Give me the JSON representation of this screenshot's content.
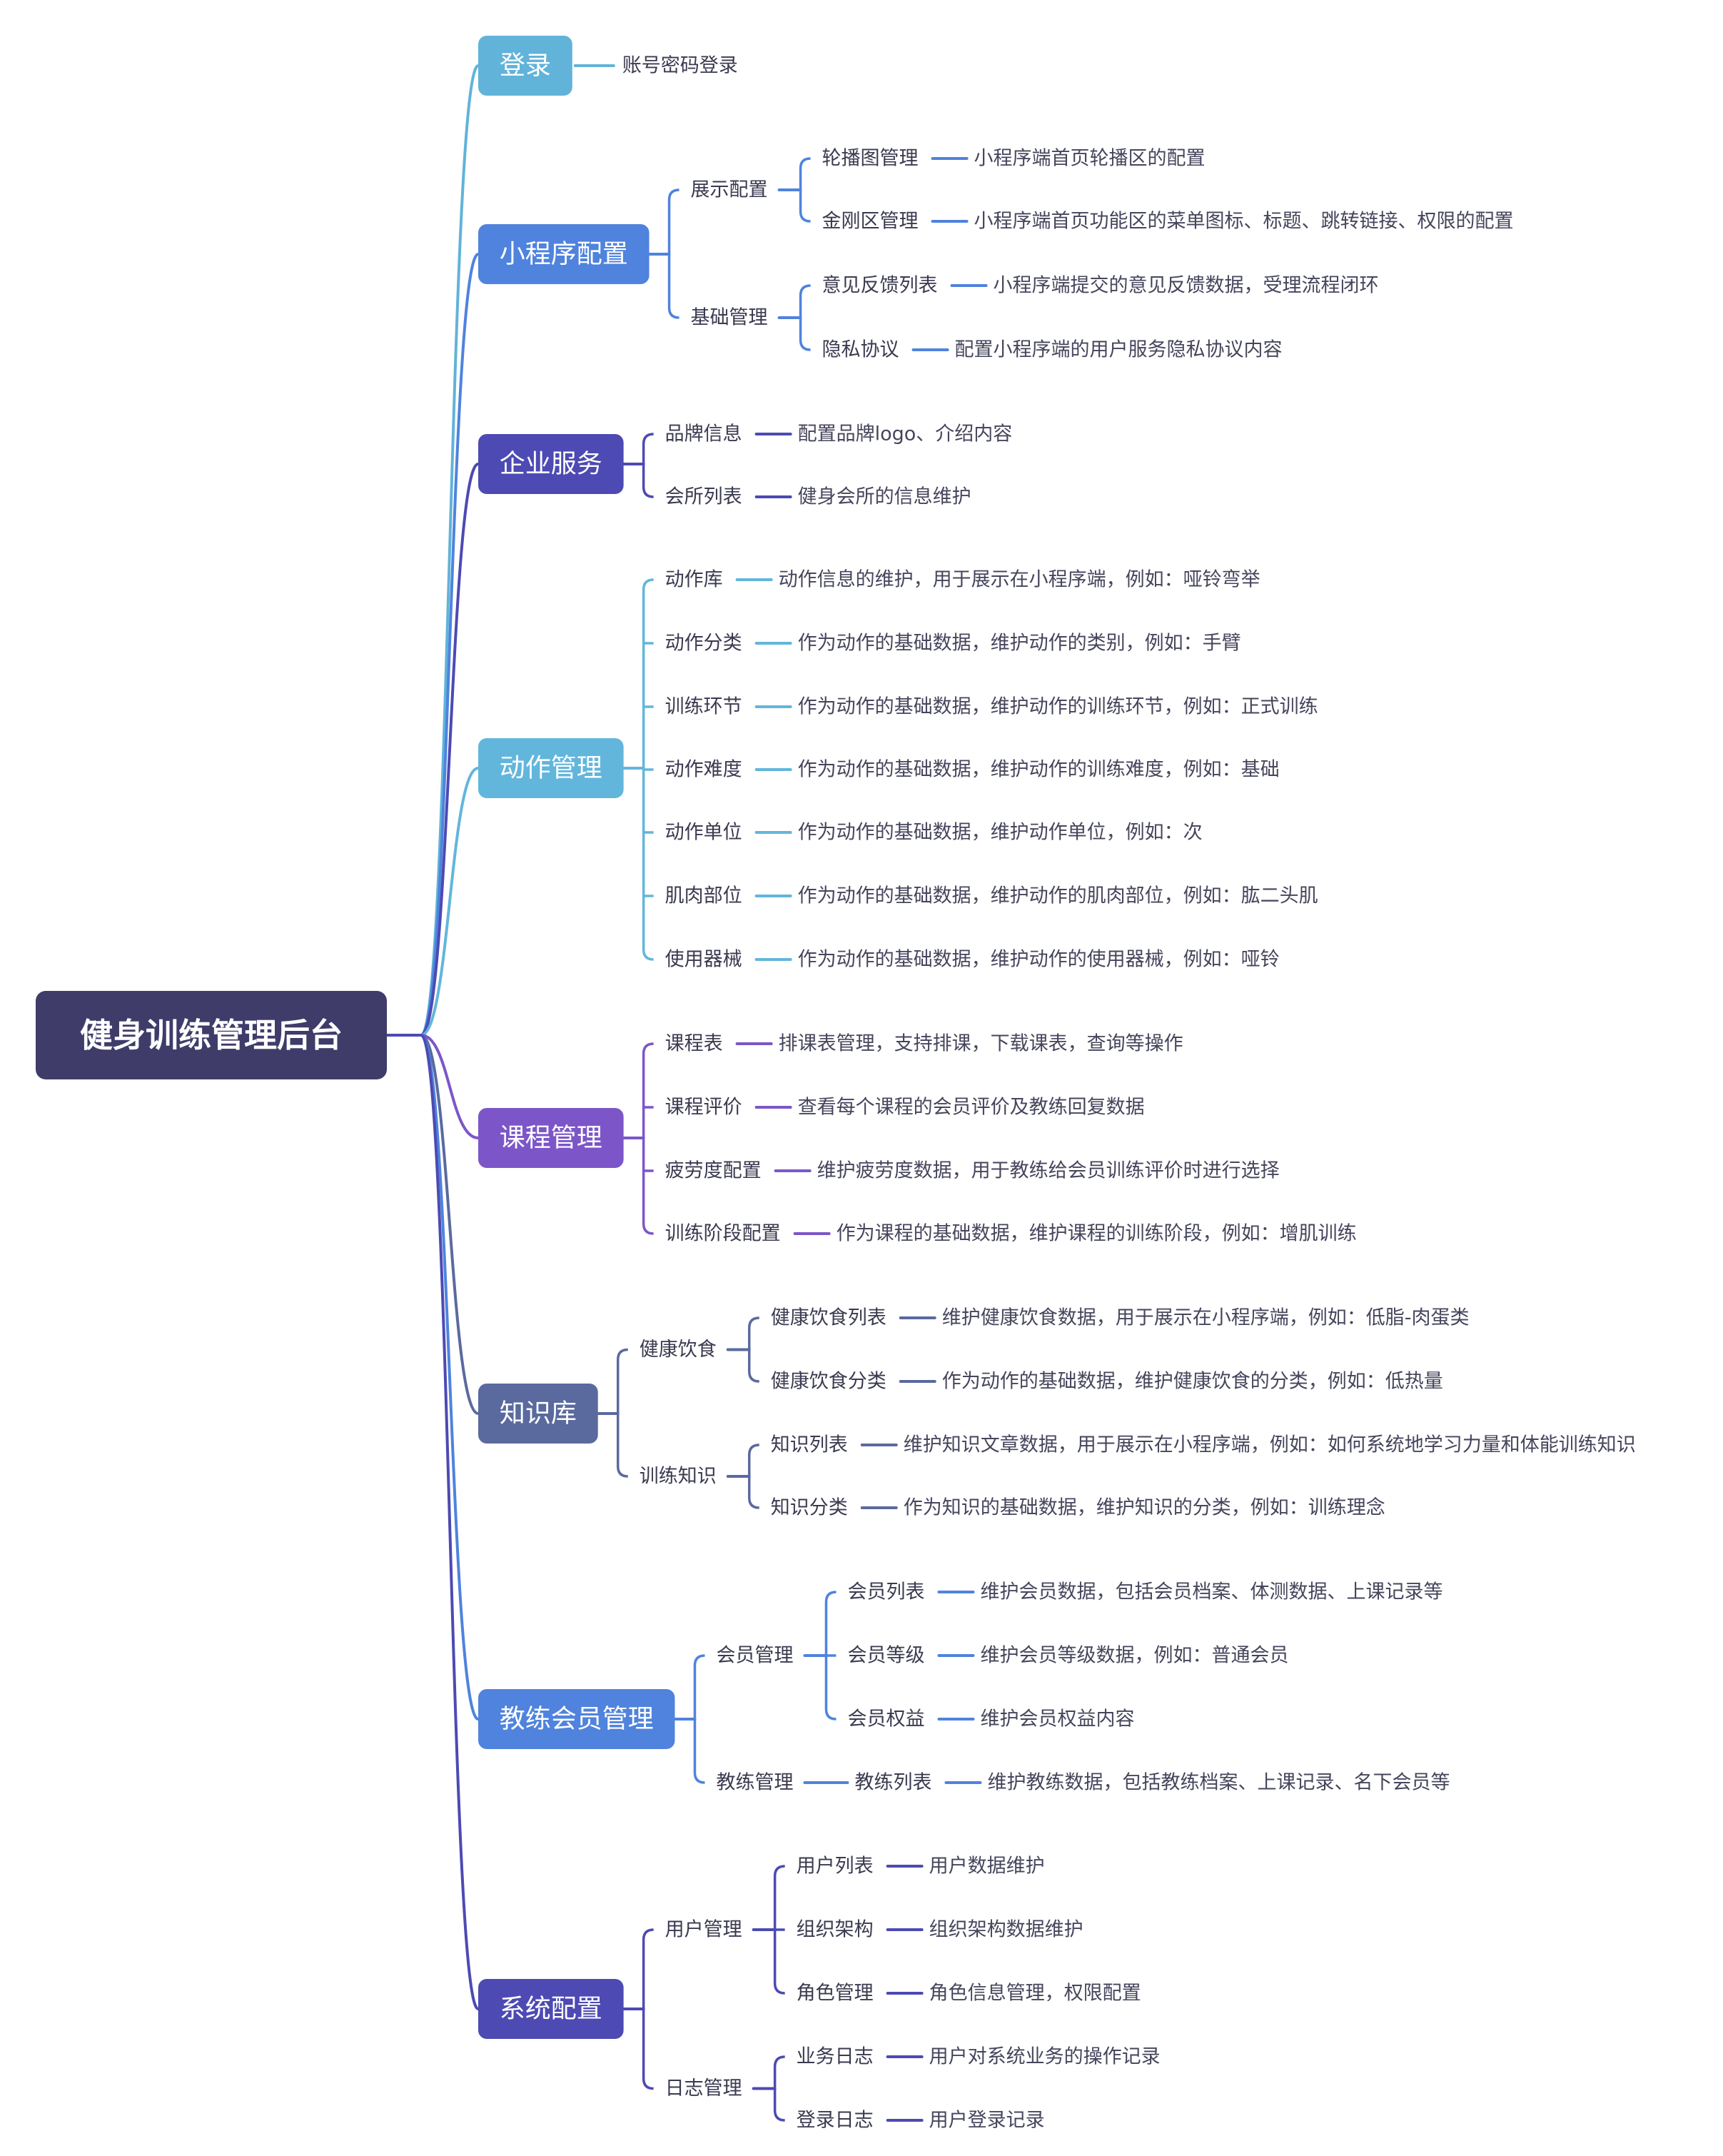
{
  "root": {
    "label": "健身训练管理后台",
    "color": "#3f3c6a"
  },
  "branches": [
    {
      "label": "登录",
      "color": "#61b3d9",
      "children": [
        {
          "label": "账号密码登录"
        }
      ]
    },
    {
      "label": "小程序配置",
      "color": "#4f83dd",
      "children": [
        {
          "label": "展示配置",
          "children": [
            {
              "label": "轮播图管理",
              "desc": "小程序端首页轮播区的配置"
            },
            {
              "label": "金刚区管理",
              "desc": "小程序端首页功能区的菜单图标、标题、跳转链接、权限的配置"
            }
          ]
        },
        {
          "label": "基础管理",
          "children": [
            {
              "label": "意见反馈列表",
              "desc": "小程序端提交的意见反馈数据，受理流程闭环"
            },
            {
              "label": "隐私协议",
              "desc": "配置小程序端的用户服务隐私协议内容"
            }
          ]
        }
      ]
    },
    {
      "label": "企业服务",
      "color": "#4d4ab3",
      "children": [
        {
          "label": "品牌信息",
          "desc": "配置品牌logo、介绍内容"
        },
        {
          "label": "会所列表",
          "desc": "健身会所的信息维护"
        }
      ]
    },
    {
      "label": "动作管理",
      "color": "#62b6dc",
      "children": [
        {
          "label": "动作库",
          "desc": "动作信息的维护，用于展示在小程序端，例如：哑铃弯举"
        },
        {
          "label": "动作分类",
          "desc": "作为动作的基础数据，维护动作的类别，例如：手臂"
        },
        {
          "label": "训练环节",
          "desc": "作为动作的基础数据，维护动作的训练环节，例如：正式训练"
        },
        {
          "label": "动作难度",
          "desc": "作为动作的基础数据，维护动作的训练难度，例如：基础"
        },
        {
          "label": "动作单位",
          "desc": "作为动作的基础数据，维护动作单位，例如：次"
        },
        {
          "label": "肌肉部位",
          "desc": "作为动作的基础数据，维护动作的肌肉部位，例如：肱二头肌"
        },
        {
          "label": "使用器械",
          "desc": "作为动作的基础数据，维护动作的使用器械，例如：哑铃"
        }
      ]
    },
    {
      "label": "课程管理",
      "color": "#7c56c8",
      "children": [
        {
          "label": "课程表",
          "desc": "排课表管理，支持排课，下载课表，查询等操作"
        },
        {
          "label": "课程评价",
          "desc": "查看每个课程的会员评价及教练回复数据"
        },
        {
          "label": "疲劳度配置",
          "desc": "维护疲劳度数据，用于教练给会员训练评价时进行选择"
        },
        {
          "label": "训练阶段配置",
          "desc": "作为课程的基础数据，维护课程的训练阶段，例如：增肌训练"
        }
      ]
    },
    {
      "label": "知识库",
      "color": "#5a6a9e",
      "children": [
        {
          "label": "健康饮食",
          "children": [
            {
              "label": "健康饮食列表",
              "desc": "维护健康饮食数据，用于展示在小程序端，例如：低脂-肉蛋类"
            },
            {
              "label": "健康饮食分类",
              "desc": "作为动作的基础数据，维护健康饮食的分类，例如：低热量"
            }
          ]
        },
        {
          "label": "训练知识",
          "children": [
            {
              "label": "知识列表",
              "desc": "维护知识文章数据，用于展示在小程序端，例如：如何系统地学习力量和体能训练知识"
            },
            {
              "label": "知识分类",
              "desc": "作为知识的基础数据，维护知识的分类，例如：训练理念"
            }
          ]
        }
      ]
    },
    {
      "label": "教练会员管理",
      "color": "#4f83dd",
      "children": [
        {
          "label": "会员管理",
          "children": [
            {
              "label": "会员列表",
              "desc": "维护会员数据，包括会员档案、体测数据、上课记录等"
            },
            {
              "label": "会员等级",
              "desc": "维护会员等级数据，例如：普通会员"
            },
            {
              "label": "会员权益",
              "desc": "维护会员权益内容"
            }
          ]
        },
        {
          "label": "教练管理",
          "children": [
            {
              "label": "教练列表",
              "desc": "维护教练数据，包括教练档案、上课记录、名下会员等"
            }
          ]
        }
      ]
    },
    {
      "label": "系统配置",
      "color": "#4d4ab3",
      "children": [
        {
          "label": "用户管理",
          "children": [
            {
              "label": "用户列表",
              "desc": "用户数据维护"
            },
            {
              "label": "组织架构",
              "desc": "组织架构数据维护"
            },
            {
              "label": "角色管理",
              "desc": "角色信息管理，权限配置"
            }
          ]
        },
        {
          "label": "日志管理",
          "children": [
            {
              "label": "业务日志",
              "desc": "用户对系统业务的操作记录"
            },
            {
              "label": "登录日志",
              "desc": "用户登录记录"
            }
          ]
        }
      ]
    }
  ]
}
